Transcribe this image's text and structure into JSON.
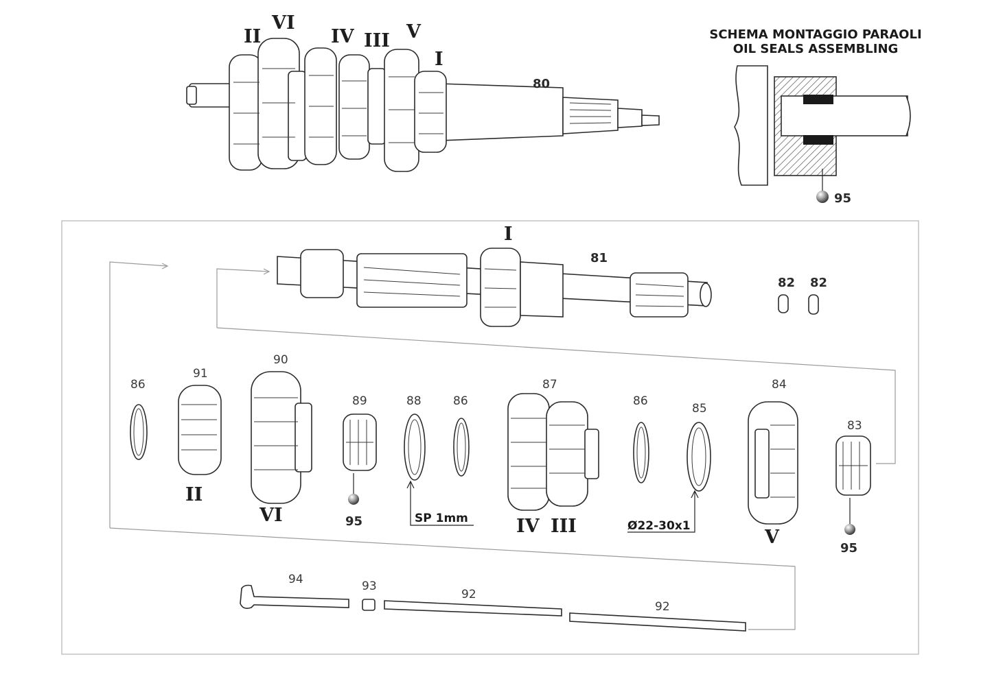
{
  "schema": {
    "title_line1": "SCHEMA MONTAGGIO PARAOLI",
    "title_line2": "OIL SEALS ASSEMBLING"
  },
  "parts": {
    "p80": "80",
    "p81": "81",
    "p82a": "82",
    "p82b": "82",
    "p83": "83",
    "p84": "84",
    "p85": "85",
    "p86a": "86",
    "p86b": "86",
    "p86c": "86",
    "p87": "87",
    "p88": "88",
    "p89": "89",
    "p90": "90",
    "p91": "91",
    "p92a": "92",
    "p92b": "92",
    "p93": "93",
    "p94": "94",
    "p95a": "95",
    "p95b": "95",
    "p95c": "95"
  },
  "gears": {
    "top_II": "II",
    "top_VI": "VI",
    "top_IV": "IV",
    "top_III": "III",
    "top_V": "V",
    "top_I": "I",
    "shaft_I": "I",
    "g_II": "II",
    "g_VI": "VI",
    "g_IV": "IV",
    "g_III": "III",
    "g_V": "V"
  },
  "notes": {
    "shim": "SP  1mm",
    "washer": "Ø22-30x1"
  }
}
